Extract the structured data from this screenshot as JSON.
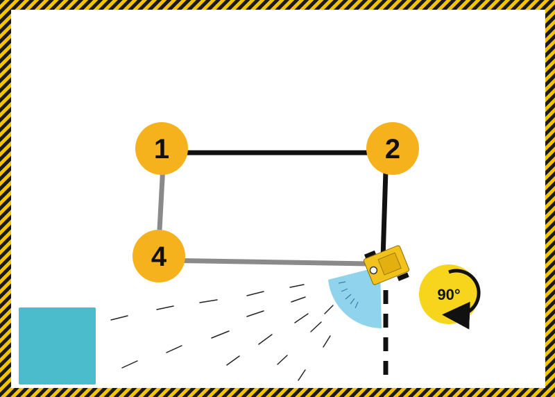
{
  "arena": {
    "border_colors": {
      "stripe_dark": "#1a1a1a",
      "stripe_light": "#f5c400"
    },
    "floor_color": "#ffffff",
    "target_zone_color": "#4bbccb"
  },
  "waypoints": [
    {
      "id": "waypoint-1",
      "label": "1"
    },
    {
      "id": "waypoint-2",
      "label": "2"
    },
    {
      "id": "waypoint-4",
      "label": "4"
    }
  ],
  "waypoint_color": "#f5b21c",
  "path": {
    "completed_color": "#111111",
    "remaining_color": "#8a8a8a",
    "projected_style": "dashed"
  },
  "robot": {
    "body_color": "#f2c21c",
    "sensor_cone_color": "#8fd3ec"
  },
  "turn_indicator": {
    "label": "90°",
    "direction": "clockwise",
    "fill_color": "#f7d51d",
    "icon": "rotate-clockwise-arrow-icon"
  }
}
